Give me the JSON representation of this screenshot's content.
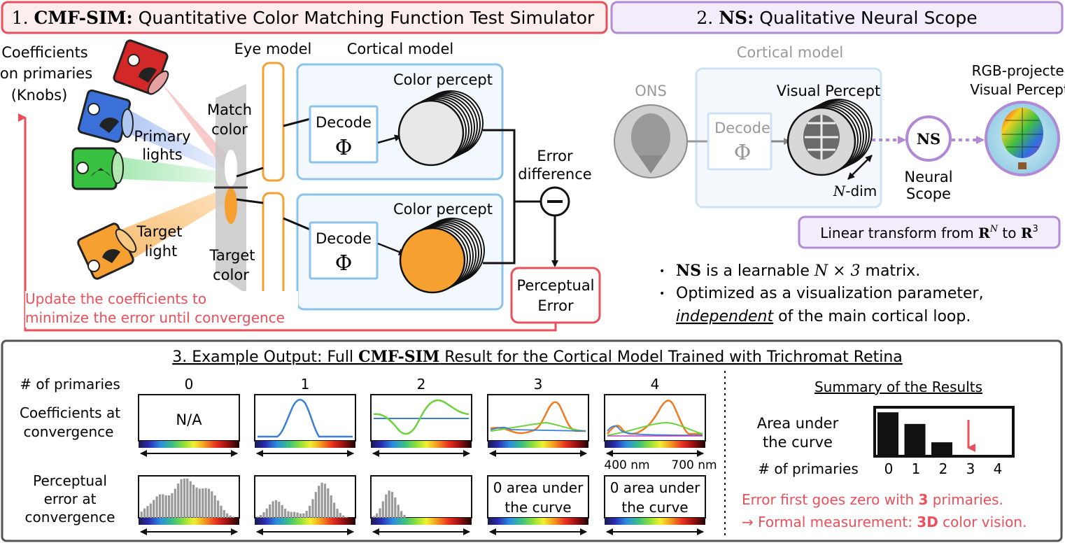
{
  "panel1": {
    "title_num": "1.",
    "title_bold": "CMF-SIM:",
    "title_rest": "Quantitative Color Matching Function Test Simulator",
    "coeff_l1": "Coefficients",
    "coeff_l2": "on primaries",
    "coeff_l3": "(Knobs)",
    "primary_l1": "Primary",
    "primary_l2": "lights",
    "target_l1": "Target",
    "target_l2": "light",
    "match_l1": "Match",
    "match_l2": "color",
    "targetc_l1": "Target",
    "targetc_l2": "color",
    "eye_model": "Eye model",
    "cortical_model": "Cortical model",
    "color_percept": "Color percept",
    "decode": "Decode",
    "phi": "Φ",
    "error_l1": "Error",
    "error_l2": "difference",
    "perc_l1": "Perceptual",
    "perc_l2": "Error",
    "update_l1": "Update the coefficients to",
    "update_l2": "minimize the error until convergence"
  },
  "panel2": {
    "title_num": "2.",
    "title_bold": "NS:",
    "title_rest": "Qualitative Neural Scope",
    "cortical_model": "Cortical model",
    "ons": "ONS",
    "visual_percept": "Visual Percept",
    "decode": "Decode",
    "phi": "Φ",
    "ndim_n": "N",
    "ndim_rest": "-dim",
    "ns": "NS",
    "neural_l1": "Neural",
    "neural_l2": "Scope",
    "rgb_l1": "RGB-projected",
    "rgb_l2": "Visual Percept",
    "linear_a": "Linear transform from ",
    "linear_R": "R",
    "linear_N": "N",
    "linear_to": " to ",
    "linear_3": "3",
    "b1_ns": "NS",
    "b1_mid": " is a learnable ",
    "b1_expr": "N × 3",
    "b1_end": " matrix.",
    "b2_l1": "Optimized as a visualization parameter,",
    "b2_ind": "independent",
    "b2_rest": " of the main cortical loop."
  },
  "panel3": {
    "title_a": "3. Example Output: Full ",
    "title_bold": "CMF-SIM",
    "title_b": " Result for the Cortical Model Trained with Trichromat Retina",
    "row_primaries": "# of primaries",
    "row_coeff_l1": "Coefficients at",
    "row_coeff_l2": "convergence",
    "row_err_l1": "Perceptual",
    "row_err_l2": "error at",
    "row_err_l3": "convergence",
    "cols": [
      "0",
      "1",
      "2",
      "3",
      "4"
    ],
    "na": "N/A",
    "zero_l1": "0 area under",
    "zero_l2": "the curve",
    "nm400": "400 nm",
    "nm700": "700 nm",
    "summary_title": "Summary of the Results",
    "area_l1": "Area under",
    "area_l2": "the curve",
    "summary_primaries": "# of primaries",
    "summary_ticks": [
      "0",
      "1",
      "2",
      "3",
      "4"
    ],
    "red1_a": "Error first goes zero with ",
    "red1_b": "3",
    "red1_c": " primaries.",
    "red2_a": "→ Formal measurement: ",
    "red2_b": "3D",
    "red2_c": " color vision."
  },
  "chart_data": {
    "type": "bar",
    "title": "Summary of the Results",
    "xlabel": "# of primaries",
    "ylabel": "Area under the curve",
    "categories": [
      "0",
      "1",
      "2",
      "3",
      "4"
    ],
    "values": [
      0.95,
      0.69,
      0.28,
      0,
      0
    ],
    "ylim": [
      0,
      1
    ]
  },
  "colors": {
    "red": "#e8505b",
    "purple": "#b18ad6",
    "blue_frame": "#8cc3ea",
    "orange": "#f5a030",
    "dark": "#555555"
  }
}
